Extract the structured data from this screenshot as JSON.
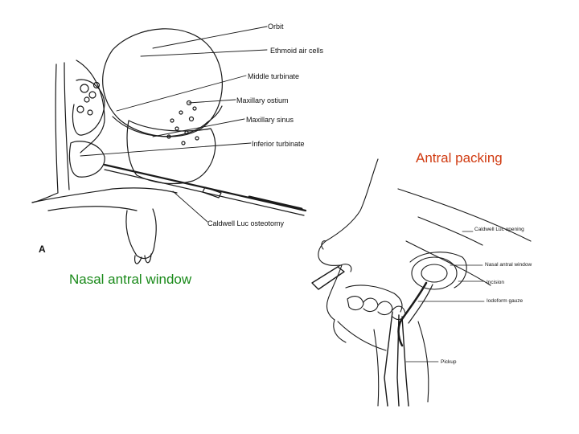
{
  "captions": {
    "antral_packing": "Antral packing",
    "nasal_antral_window": "Nasal antral window"
  },
  "figure_a": {
    "panel_letter": "A",
    "labels": {
      "orbit": "Orbit",
      "ethmoid_air_cells": "Ethmoid air cells",
      "middle_turbinate": "Middle turbinate",
      "maxillary_ostium": "Maxillary ostium",
      "maxillary_sinus": "Maxillary sinus",
      "inferior_turbinate": "Inferior turbinate",
      "caldwell_luc_osteotomy": "Caldwell Luc osteotomy"
    }
  },
  "figure_b": {
    "labels": {
      "caldwell_luc_opening": "Caldwell Luc opening",
      "nasal_antral_window": "Nasal antral window",
      "incision": "Incision",
      "iodoform_gauze": "Iodoform gauze",
      "pickup": "Pickup"
    }
  },
  "colors": {
    "antral_packing_caption": "#d03a10",
    "nasal_antral_window_caption": "#1a8a1a",
    "line_art": "#1a1a1a"
  }
}
